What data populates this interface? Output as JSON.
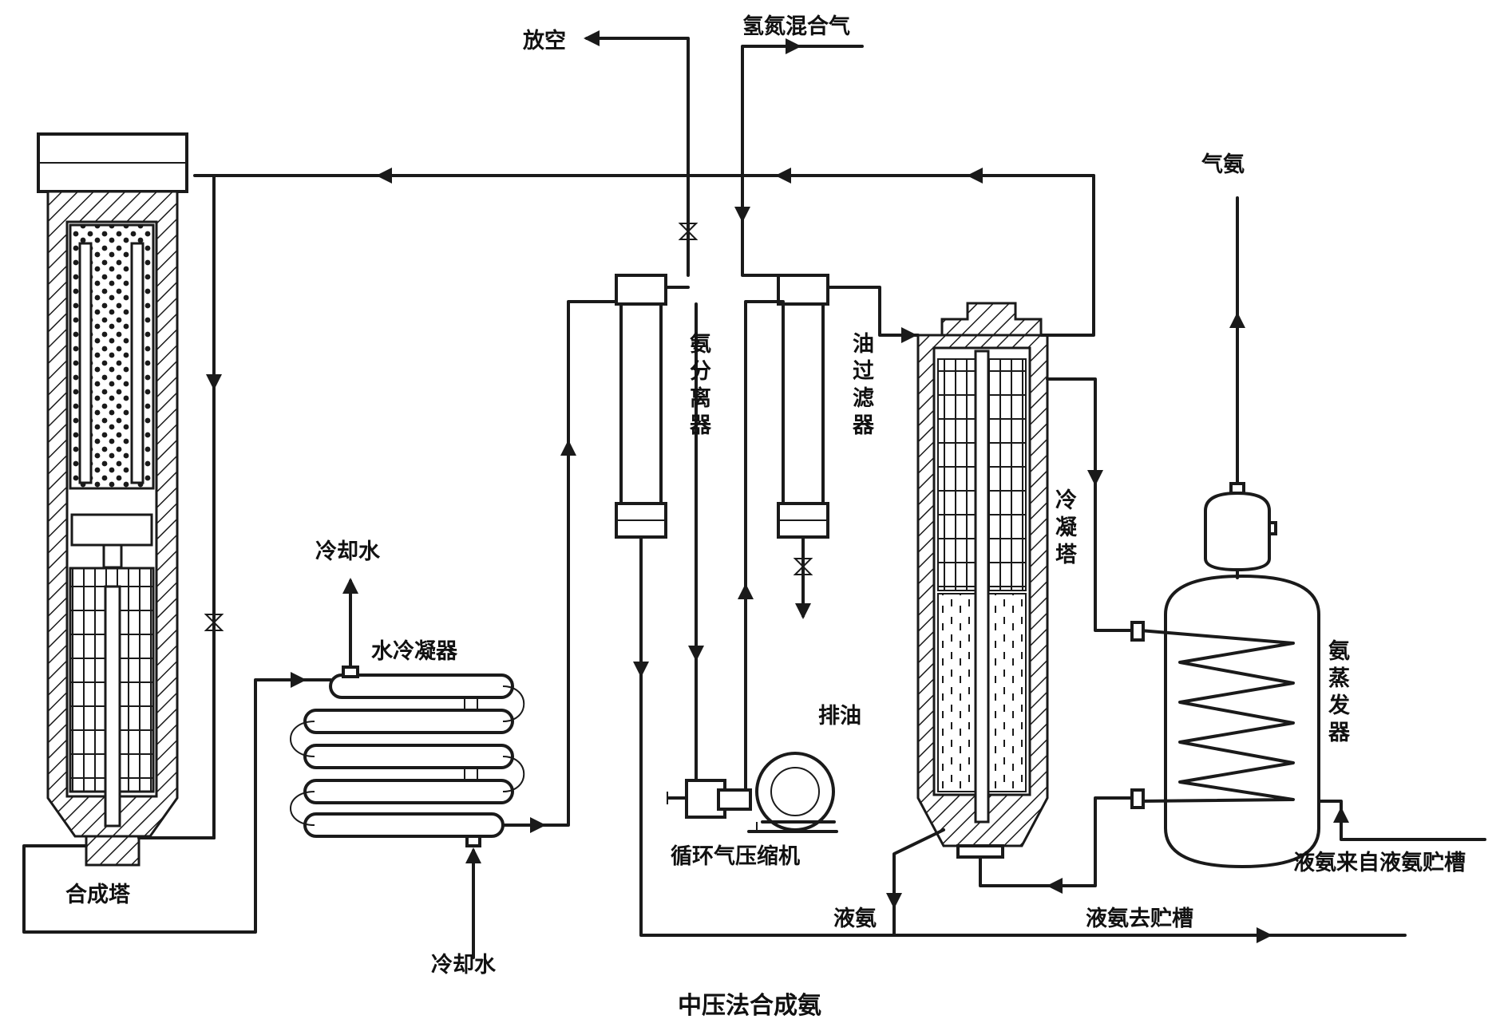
{
  "caption": "中压法合成氨",
  "labels": {
    "vent": "放空",
    "feed_gas": "氢氮混合气",
    "synthesis_tower": "合成塔",
    "cooling_water_out": "冷却水",
    "water_condenser": "水冷凝器",
    "cooling_water_in": "冷却水",
    "ammonia_separator": "氨分离器",
    "oil_filter": "油过滤器",
    "oil_drain": "排油",
    "compressor": "循环气压缩机",
    "condensing_tower": "冷凝塔",
    "gaseous_ammonia": "气氨",
    "evaporator": "氨蒸发器",
    "liquid_ammonia": "液氨",
    "liquid_to_storage": "液氨去贮槽",
    "liquid_from_storage": "液氨来自液氨贮槽"
  }
}
